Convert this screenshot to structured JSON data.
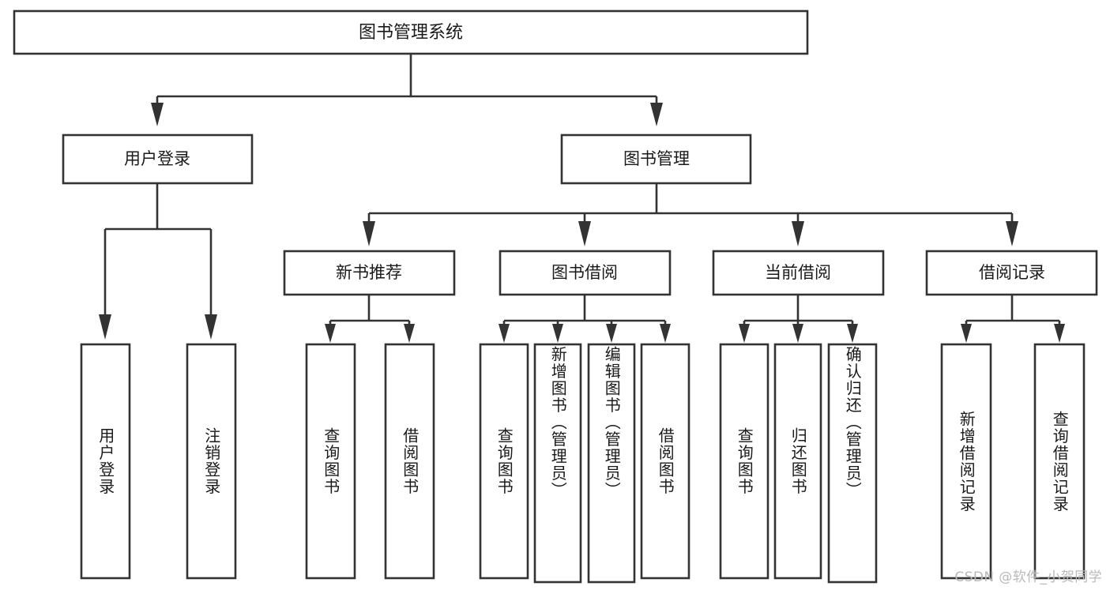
{
  "diagram": {
    "type": "tree-hierarchy-chart",
    "title": "图书管理系统",
    "watermark": "CSDN @软件_小贺同学",
    "colors": {
      "stroke": "#333333",
      "box_fill": "#ffffff",
      "text": "#1a1a1a",
      "background": "#ffffff",
      "watermark": "#b9b9b9"
    },
    "levels": {
      "root": {
        "label": "图书管理系统"
      },
      "level2": [
        {
          "label": "用户登录"
        },
        {
          "label": "图书管理"
        }
      ],
      "level3": [
        {
          "label": "新书推荐"
        },
        {
          "label": "图书借阅"
        },
        {
          "label": "当前借阅"
        },
        {
          "label": "借阅记录"
        }
      ],
      "leaves": {
        "user_login": [
          {
            "label": "用户登录"
          },
          {
            "label": "注销登录"
          }
        ],
        "new_book_recommend": [
          {
            "label": "查询图书"
          },
          {
            "label": "借阅图书"
          }
        ],
        "book_borrow": [
          {
            "label": "查询图书"
          },
          {
            "label": "新增图书（管理员）"
          },
          {
            "label": "编辑图书（管理员）"
          },
          {
            "label": "借阅图书"
          }
        ],
        "current_borrow": [
          {
            "label": "查询图书"
          },
          {
            "label": "归还图书"
          },
          {
            "label": "确认归还（管理员）"
          }
        ],
        "borrow_record": [
          {
            "label": "新增借阅记录"
          },
          {
            "label": "查询借阅记录"
          }
        ]
      }
    }
  }
}
